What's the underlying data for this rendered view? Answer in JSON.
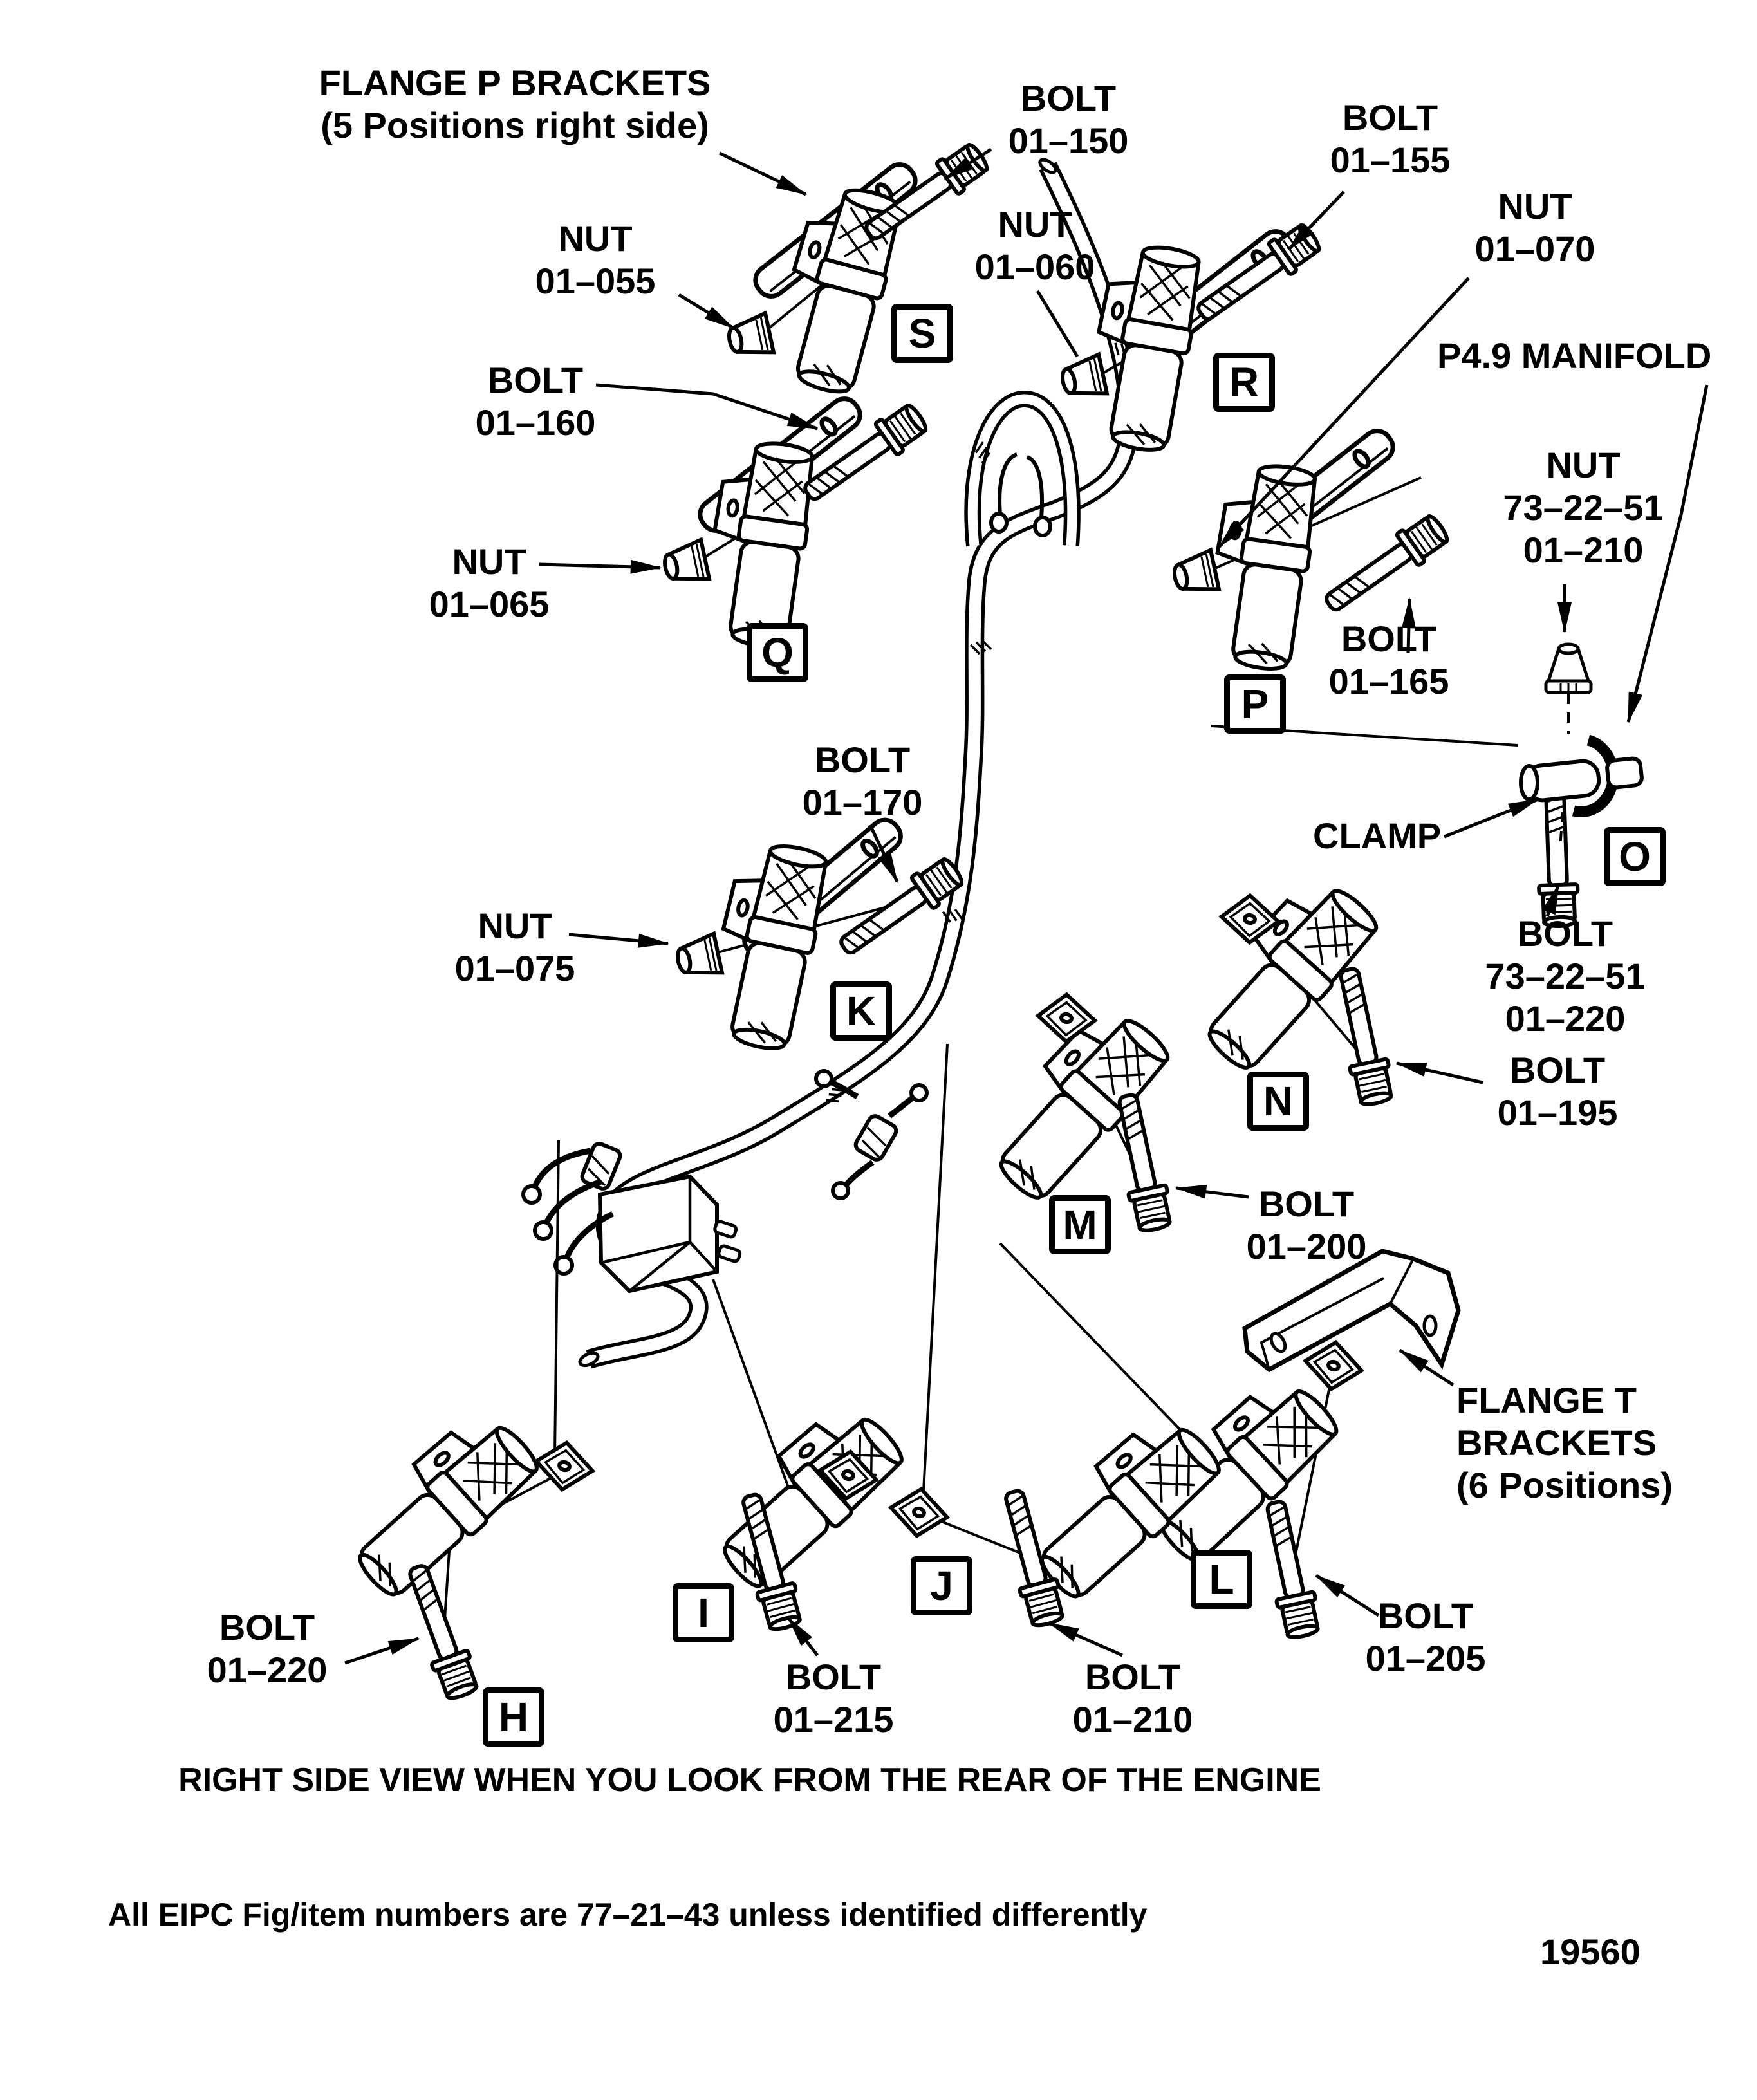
{
  "figure": {
    "caption": "RIGHT SIDE VIEW WHEN YOU LOOK FROM THE REAR OF THE ENGINE",
    "footnote": "All EIPC Fig/item numbers are 77–21–43 unless identified differently",
    "figure_number": "19560"
  },
  "colors": {
    "ink": "#000000",
    "paper": "#ffffff"
  },
  "position_boxes": [
    {
      "letter": "S"
    },
    {
      "letter": "R"
    },
    {
      "letter": "Q"
    },
    {
      "letter": "P"
    },
    {
      "letter": "O"
    },
    {
      "letter": "K"
    },
    {
      "letter": "N"
    },
    {
      "letter": "M"
    },
    {
      "letter": "L"
    },
    {
      "letter": "J"
    },
    {
      "letter": "I"
    },
    {
      "letter": "H"
    }
  ],
  "callouts": {
    "flange_p_brackets": {
      "lines": [
        "FLANGE P BRACKETS",
        "(5 Positions right side)"
      ]
    },
    "bolt_01_150": {
      "lines": [
        "BOLT",
        "01–150"
      ]
    },
    "bolt_01_155": {
      "lines": [
        "BOLT",
        "01–155"
      ]
    },
    "nut_01_070": {
      "lines": [
        "NUT",
        "01–070"
      ]
    },
    "nut_01_055": {
      "lines": [
        "NUT",
        "01–055"
      ]
    },
    "nut_01_060": {
      "lines": [
        "NUT",
        "01–060"
      ]
    },
    "p49_manifold": {
      "lines": [
        "P4.9 MANIFOLD"
      ]
    },
    "bolt_01_160": {
      "lines": [
        "BOLT",
        "01–160"
      ]
    },
    "nut_73_22_51_01_210": {
      "lines": [
        "NUT",
        "73–22–51",
        "01–210"
      ]
    },
    "nut_01_065": {
      "lines": [
        "NUT",
        "01–065"
      ]
    },
    "bolt_01_165": {
      "lines": [
        "BOLT",
        "01–165"
      ]
    },
    "clamp": {
      "lines": [
        "CLAMP"
      ]
    },
    "bolt_73_22_51_01_220": {
      "lines": [
        "BOLT",
        "73–22–51",
        "01–220"
      ]
    },
    "bolt_01_170": {
      "lines": [
        "BOLT",
        "01–170"
      ]
    },
    "nut_01_075": {
      "lines": [
        "NUT",
        "01–075"
      ]
    },
    "bolt_01_195": {
      "lines": [
        "BOLT",
        "01–195"
      ]
    },
    "bolt_01_200": {
      "lines": [
        "BOLT",
        "01–200"
      ]
    },
    "flange_t_brackets": {
      "lines": [
        "FLANGE T",
        "BRACKETS",
        "(6 Positions)"
      ]
    },
    "bolt_01_205": {
      "lines": [
        "BOLT",
        "01–205"
      ]
    },
    "bolt_01_220": {
      "lines": [
        "BOLT",
        "01–220"
      ]
    },
    "bolt_01_215": {
      "lines": [
        "BOLT",
        "01–215"
      ]
    },
    "bolt_01_210": {
      "lines": [
        "BOLT",
        "01–210"
      ]
    }
  }
}
